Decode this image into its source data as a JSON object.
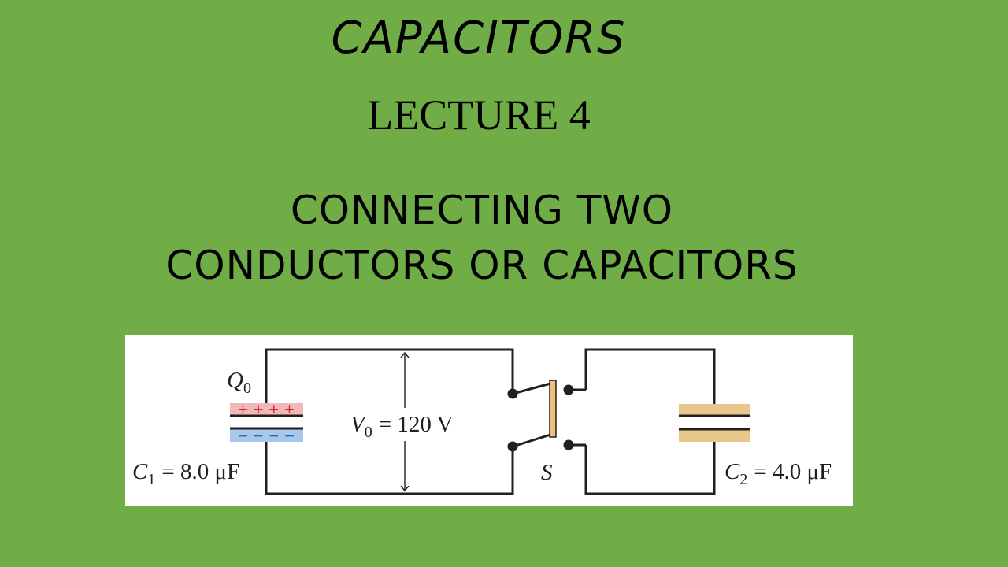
{
  "slide": {
    "title": "CAPACITORS",
    "lecture": "LECTURE 4",
    "subtitle_line1": "CONNECTING TWO",
    "subtitle_line2": "CONDUCTORS OR CAPACITORS"
  },
  "diagram": {
    "charge_label_main": "Q",
    "charge_label_sub": "0",
    "plus_signs": "+ +  + +",
    "minus_signs": "− −  − −",
    "voltage_label_main": "V",
    "voltage_label_sub": "0",
    "voltage_value": "= 120 V",
    "c1_label_main": "C",
    "c1_label_sub": "1",
    "c1_value": "= 8.0 μF",
    "switch_label": "S",
    "c2_label_main": "C",
    "c2_label_sub": "2",
    "c2_value": "= 4.0 μF",
    "colors": {
      "background": "#70ad47",
      "wire": "#231f20",
      "positive_plate_fill": "#f1b8b8",
      "positive_sign": "#d8232a",
      "negative_plate_fill": "#a9c7ea",
      "negative_sign": "#1f6fc5",
      "c2_plate_fill": "#e8c88a",
      "switch_blade": "#e9c17a"
    }
  }
}
